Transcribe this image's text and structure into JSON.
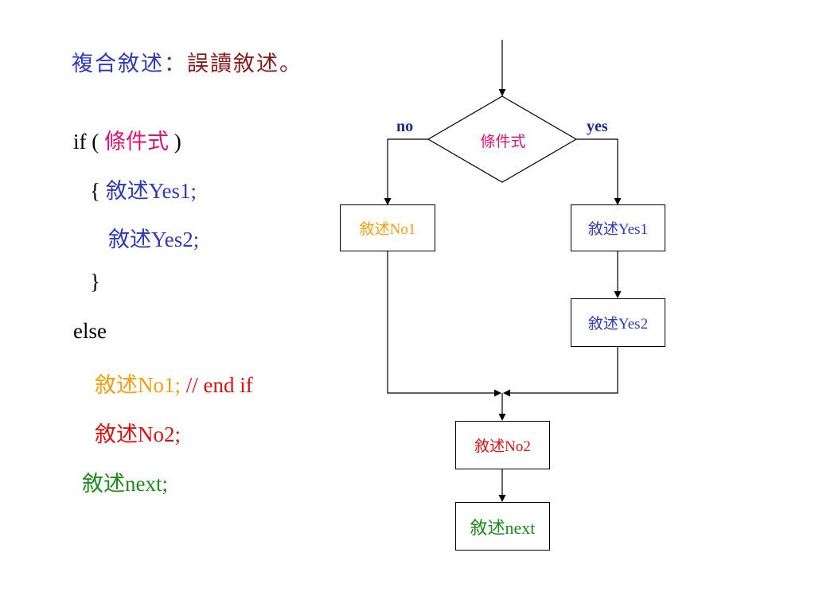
{
  "colors": {
    "blue": "#2e3ab8",
    "darkred": "#8b1a1a",
    "magenta": "#e0136f",
    "orange": "#f0a010",
    "red": "#e01010",
    "green": "#1a8a1a",
    "navy": "#1a2a8a",
    "black": "#000000"
  },
  "title": {
    "part1": "複合敘述",
    "colon": "：",
    "part2": "誤讀敘述",
    "period": "。"
  },
  "code": {
    "if_open": "if ( ",
    "condition": "條件式",
    "if_close": " )",
    "brace_open": "{ ",
    "yes1": "敘述Yes1;",
    "yes2": "敘述Yes2;",
    "brace_close": "}",
    "else": "else",
    "no1": "敘述No1;",
    "end_if_comment": " // end if",
    "no2": "敘述No2;",
    "next": "敘述next;"
  },
  "flowchart": {
    "condition": "條件式",
    "no_label": "no",
    "yes_label": "yes",
    "no1": "敘述No1",
    "yes1": "敘述Yes1",
    "yes2": "敘述Yes2",
    "no2": "敘述No2",
    "next": "敘述next"
  }
}
